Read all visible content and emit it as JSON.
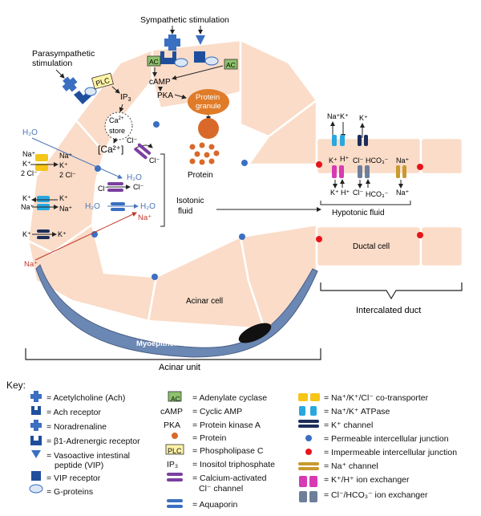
{
  "labels": {
    "sympathetic": "Sympathetic stimulation",
    "parasympathetic_1": "Parasympathetic",
    "parasympathetic_2": "stimulation",
    "plc": "PLC",
    "ac": "AC",
    "camp": "cAMP",
    "pka": "PKA",
    "ip3": "IP",
    "ip3_sub": "3",
    "ca_store_1": "Ca",
    "ca_store_sup": "2+",
    "ca_store_2": "store",
    "ca_conc": "[Ca²⁺]",
    "protein_granule_1": "Protein",
    "protein_granule_2": "granule",
    "protein": "Protein",
    "h2o": "H₂O",
    "na": "Na⁺",
    "k": "K⁺",
    "cl": "Cl⁻",
    "two_cl": "2 Cl⁻",
    "h": "H⁺",
    "hco3": "HCO₃⁻",
    "isotonic_1": "Isotonic",
    "isotonic_2": "fluid",
    "hypotonic": "Hypotonic fluid",
    "ductal_cell": "Ductal cell",
    "acinar_cell": "Acinar cell",
    "myoepithelial_cell": "Myoepithelial cell",
    "acinar_unit": "Acinar unit",
    "intercalated_duct": "Intercalated duct"
  },
  "key": {
    "title": "Key:",
    "col1": [
      {
        "icon": "plus-icon",
        "text": "= Acetylcholine (Ach)"
      },
      {
        "icon": "ach-receptor-icon",
        "text": "= Ach receptor"
      },
      {
        "icon": "plus-icon",
        "text": "= Noradrenaline"
      },
      {
        "icon": "beta-receptor-icon",
        "text": "= β1-Adrenergic receptor"
      },
      {
        "icon": "triangle-icon",
        "text": "= Vasoactive intestinal",
        "text2": "peptide (VIP)"
      },
      {
        "icon": "square-icon",
        "text": "= VIP receptor"
      },
      {
        "icon": "ellipse-icon",
        "text": "= G-proteins"
      }
    ],
    "col2": [
      {
        "sym": "AC",
        "text": "= Adenylate cyclase"
      },
      {
        "sym": "cAMP",
        "text": "= Cyclic AMP"
      },
      {
        "sym": "PKA",
        "text": "= Protein kinase A"
      },
      {
        "sym": "dot",
        "text": "= Protein"
      },
      {
        "sym": "PLC",
        "text": "= Phospholipase C"
      },
      {
        "sym": "IP₃",
        "text": "= Inositol triphosphate"
      },
      {
        "sym": "cacl",
        "text": "= Calcium-activated",
        "text2": "Cl⁻ channel"
      },
      {
        "sym": "aqua",
        "text": "= Aquaporin"
      }
    ],
    "col3": [
      {
        "text": "= Na⁺/K⁺/Cl⁻ co-transporter"
      },
      {
        "text": "= Na⁺/K⁺ ATPase"
      },
      {
        "text": "= K⁺ channel"
      },
      {
        "text": "= Permeable intercellular junction"
      },
      {
        "text": "= Impermeable intercellular junction"
      },
      {
        "text": "= Na⁺ channel"
      },
      {
        "text": "= K⁺/H⁺ ion exchanger"
      },
      {
        "text": "= Cl⁻/HCO₃⁻ ion exchanger"
      }
    ]
  },
  "colors": {
    "cell_fill": "#fadcc8",
    "cell_stroke": "#ffffff",
    "blue": "#3a6fc2",
    "dark_blue": "#1f3864",
    "myoepithelial": "#6b87b4",
    "purple": "#7b3fa0",
    "yellow": "#f5c518",
    "cyan": "#29a8df",
    "navy": "#1c2d5a",
    "gold": "#c99a2e",
    "magenta": "#d63bb4",
    "grey": "#6e7f99",
    "red": "#e8141b",
    "green": "#8dc26a",
    "plc": "#fff3a8",
    "granule": "#e07b28",
    "protein_dot": "#d9692a",
    "na_red": "#c0392b",
    "h2o_blue": "#4a76b8"
  }
}
